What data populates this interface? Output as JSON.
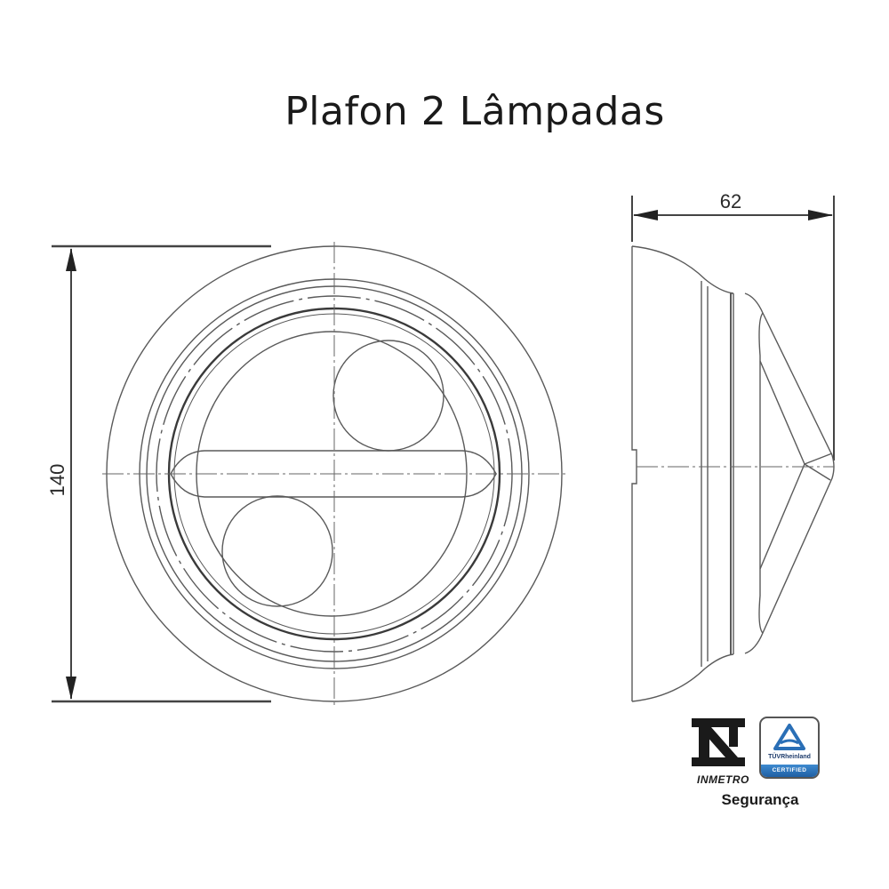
{
  "title": "Plafon 2 Lâmpadas",
  "dimensions": {
    "height_label": "140",
    "depth_label": "62"
  },
  "views": {
    "front": "front-view",
    "side": "side-view"
  },
  "certifications": {
    "inmetro_label": "INMETRO",
    "tuv_brand": "TÜVRheinland",
    "tuv_badge": "CERTIFIED",
    "caption": "Segurança"
  },
  "colors": {
    "line": "#555555",
    "dimension_line": "#333333",
    "tuv_blue": "#2a6fb6"
  }
}
